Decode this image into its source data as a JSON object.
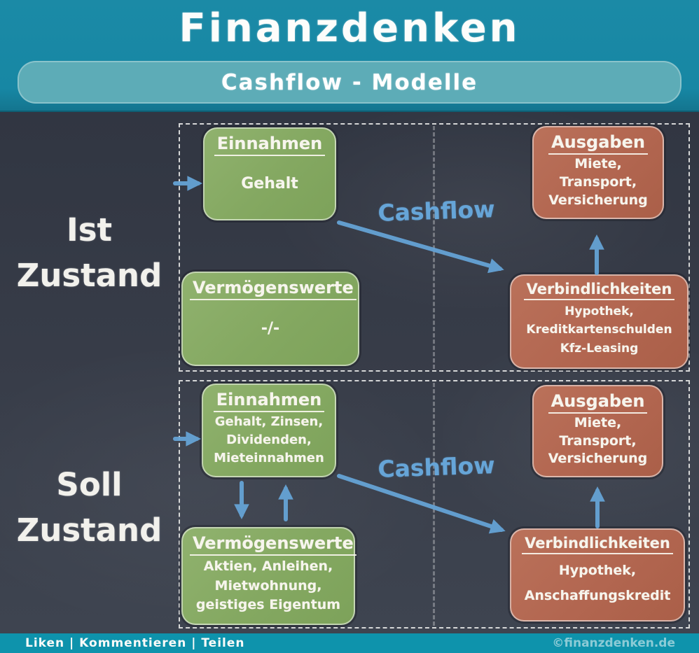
{
  "header": {
    "title": "Finanzdenken",
    "subtitle": "Cashflow - Modelle"
  },
  "footer": {
    "actions": "Liken | Kommentieren | Teilen",
    "credit": "©finanzdenken.de"
  },
  "colors": {
    "header_teal": "#1787a4",
    "subtitle_teal": "#5dacb7",
    "footer_teal": "#0e93ac",
    "board_dark": "#373c48",
    "income_green": "#84a861",
    "expense_red": "#b26650",
    "arrow_blue": "#66a5d8",
    "chalk_white": "#f2f1ec"
  },
  "sections": {
    "ist": {
      "label": [
        "Ist",
        "Zustand"
      ],
      "cashflow": "Cashflow",
      "einnahmen": {
        "title": "Einnahmen",
        "lines": [
          "Gehalt"
        ]
      },
      "ausgaben": {
        "title": "Ausgaben",
        "lines": [
          "Miete,",
          "Transport,",
          "Versicherung"
        ]
      },
      "vermoegenswerte": {
        "title": "Vermögenswerte",
        "lines": [
          "-/-"
        ]
      },
      "verbindlichkeiten": {
        "title": "Verbindlichkeiten",
        "lines": [
          "Hypothek,",
          "Kreditkartenschulden",
          "Kfz-Leasing"
        ]
      }
    },
    "soll": {
      "label": [
        "Soll",
        "Zustand"
      ],
      "cashflow": "Cashflow",
      "einnahmen": {
        "title": "Einnahmen",
        "lines": [
          "Gehalt, Zinsen,",
          "Dividenden,",
          "Mieteinnahmen"
        ]
      },
      "ausgaben": {
        "title": "Ausgaben",
        "lines": [
          "Miete,",
          "Transport,",
          "Versicherung"
        ]
      },
      "vermoegenswerte": {
        "title": "Vermögenswerte",
        "lines": [
          "Aktien, Anleihen,",
          "Mietwohnung,",
          "geistiges Eigentum"
        ]
      },
      "verbindlichkeiten": {
        "title": "Verbindlichkeiten",
        "lines": [
          "Hypothek,",
          "Anschaffungskredit"
        ]
      }
    }
  }
}
